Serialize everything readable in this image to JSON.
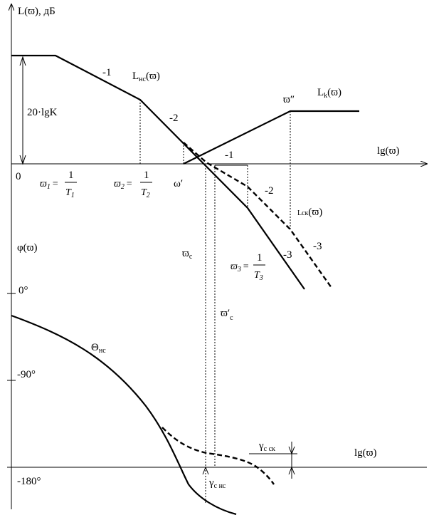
{
  "upper_axes": {
    "y_label": "L(ϖ), дБ",
    "x_label": "lg(ϖ)",
    "origin_label": "0",
    "gain_label": "20·lgK"
  },
  "lower_axes": {
    "y_label": "φ(ϖ)",
    "x_label": "lg(ϖ)",
    "tick_0": "0°",
    "tick_90": "-90°",
    "tick_180": "-180°"
  },
  "frequencies": {
    "w1_sym": "ϖ",
    "w1_sub": "1",
    "w1_eq": "=",
    "w1_num": "1",
    "w1_den": "T",
    "w1_den_sub": "1",
    "w2_sym": "ϖ",
    "w2_sub": "2",
    "w2_eq": "=",
    "w2_num": "1",
    "w2_den": "T",
    "w2_den_sub": "2",
    "w3_sym": "ϖ",
    "w3_sub": "3",
    "w3_eq": "=",
    "w3_num": "1",
    "w3_den": "T",
    "w3_den_sub": "3",
    "w_prime": "ω′",
    "w_double_prime": "ϖ″",
    "wc_sym": "ϖ",
    "wc_sub": "c",
    "wc_prime_sym": "ϖ′",
    "wc_prime_sub": "c"
  },
  "curves": {
    "Lnc_main": "L",
    "Lnc_sub": "нс",
    "Lnc_arg": "(ϖ)",
    "Lk_main": "L",
    "Lk_sub": "k",
    "Lk_arg": "(ϖ)",
    "Lck_main": "Lск",
    "Lck_arg": "(ϖ)",
    "theta_main": "Θ",
    "theta_sub": "нс"
  },
  "slopes": {
    "s1": "-1",
    "s2": "-2",
    "s3": "-3",
    "k1": "-1",
    "k2": "-2",
    "k3": "-3"
  },
  "margins": {
    "gamma_ck_main": "γ",
    "gamma_ck_sub": "с ск",
    "gamma_nc_main": "γ",
    "gamma_nc_sub": "с нс"
  }
}
